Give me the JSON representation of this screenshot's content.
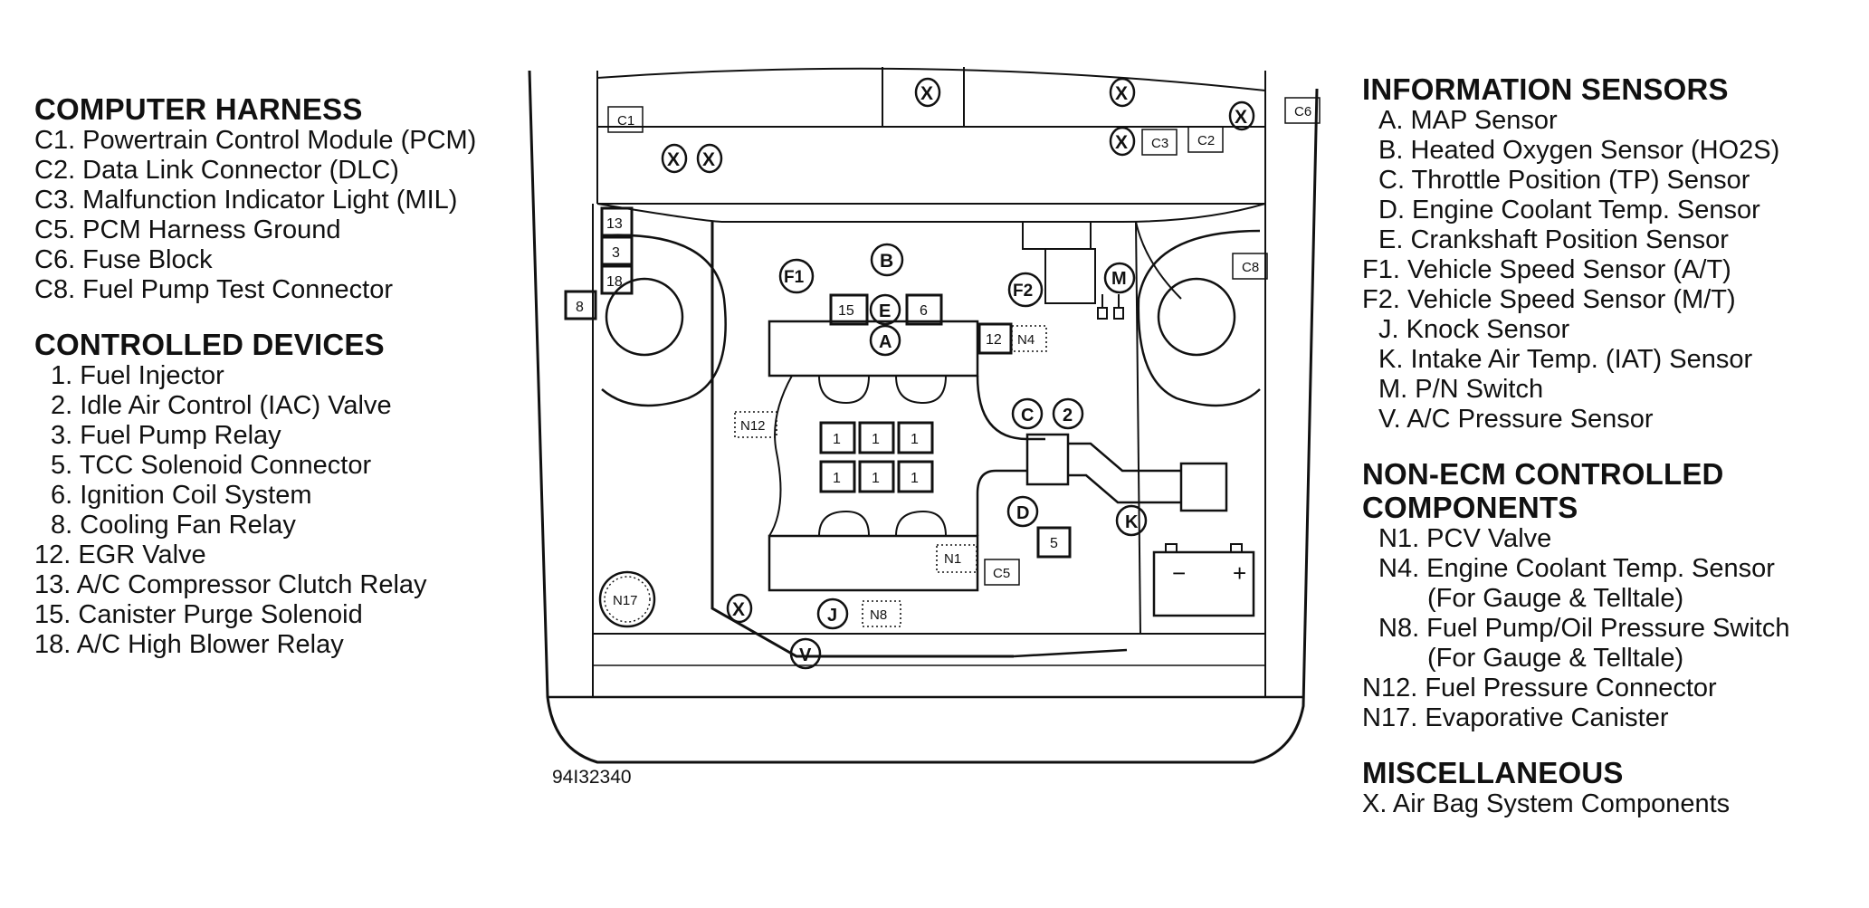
{
  "computer_harness": {
    "heading": "COMPUTER HARNESS",
    "items": [
      "C1. Powertrain Control Module (PCM)",
      "C2. Data Link Connector (DLC)",
      "C3. Malfunction Indicator Light (MIL)",
      "C5. PCM Harness Ground",
      "C6. Fuse Block",
      "C8. Fuel Pump Test Connector"
    ]
  },
  "controlled_devices": {
    "heading": "CONTROLLED DEVICES",
    "items": [
      "1. Fuel Injector",
      "2. Idle Air Control (IAC) Valve",
      "3. Fuel Pump Relay",
      "5. TCC Solenoid Connector",
      "6. Ignition Coil System",
      "8. Cooling Fan Relay",
      "12. EGR Valve",
      "13. A/C Compressor Clutch Relay",
      "15. Canister Purge Solenoid",
      "18. A/C High Blower Relay"
    ]
  },
  "information_sensors": {
    "heading": "INFORMATION SENSORS",
    "items": [
      "A. MAP Sensor",
      "B. Heated Oxygen Sensor (HO2S)",
      "C. Throttle Position (TP) Sensor",
      "D. Engine Coolant Temp. Sensor",
      "E. Crankshaft Position Sensor",
      "F1. Vehicle Speed Sensor (A/T)",
      "F2. Vehicle Speed Sensor (M/T)",
      "J. Knock Sensor",
      "K. Intake Air Temp. (IAT) Sensor",
      "M. P/N Switch",
      "V. A/C Pressure Sensor"
    ]
  },
  "non_ecm": {
    "heading_line1": "NON-ECM CONTROLLED",
    "heading_line2": "COMPONENTS",
    "items": [
      "N1. PCV Valve",
      "N4. Engine Coolant Temp. Sensor",
      "(For Gauge & Telltale)",
      "N8. Fuel Pump/Oil Pressure Switch",
      "(For Gauge & Telltale)",
      "N12. Fuel Pressure Connector",
      "N17. Evaporative Canister"
    ]
  },
  "miscellaneous": {
    "heading": "MISCELLANEOUS",
    "items": [
      "X. Air Bag System Components"
    ]
  },
  "figure_id": "94I32340",
  "labels": {
    "c1": "C1",
    "c2": "C2",
    "c3": "C3",
    "c5": "C5",
    "c6": "C6",
    "c8": "C8",
    "x": "X",
    "b": "B",
    "f1": "F1",
    "f2": "F2",
    "e": "E",
    "a": "A",
    "m": "M",
    "c": "C",
    "two": "2",
    "d": "D",
    "k": "K",
    "j": "J",
    "v": "V",
    "r13": "13",
    "r3": "3",
    "r18": "18",
    "r8": "8",
    "r15": "15",
    "r6": "6",
    "r12": "12",
    "r5": "5",
    "inj": "1",
    "n4": "N4",
    "n12": "N12",
    "n1": "N1",
    "n8": "N8",
    "n17": "N17",
    "minus": "−",
    "plus": "+"
  }
}
